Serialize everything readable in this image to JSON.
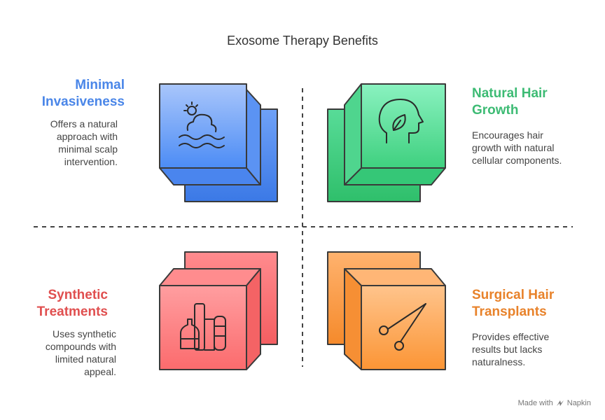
{
  "title": "Exosome Therapy Benefits",
  "quadrants": {
    "top_left": {
      "heading_line1": "Minimal",
      "heading_line2": "Invasiveness",
      "desc_line1": "Offers a natural",
      "desc_line2": "approach with",
      "desc_line3": "minimal scalp",
      "desc_line4": "intervention.",
      "color": "#4a86e8",
      "icon": "sun-cloud-waves-icon"
    },
    "top_right": {
      "heading_line1": "Natural Hair",
      "heading_line2": "Growth",
      "desc_line1": "Encourages hair",
      "desc_line2": "growth with natural",
      "desc_line3": "cellular components.",
      "color": "#3dbb74",
      "icon": "head-leaf-icon"
    },
    "bottom_left": {
      "heading_line1": "Synthetic",
      "heading_line2": "Treatments",
      "desc_line1": "Uses synthetic",
      "desc_line2": "compounds with",
      "desc_line3": "limited natural",
      "desc_line4": "appeal.",
      "color": "#e04f4f",
      "icon": "chemical-plant-icon"
    },
    "bottom_right": {
      "heading_line1": "Surgical Hair",
      "heading_line2": "Transplants",
      "desc_line1": "Provides effective",
      "desc_line2": "results but lacks",
      "desc_line3": "naturalness.",
      "color": "#e8822a",
      "icon": "scissors-icon"
    }
  },
  "watermark": {
    "prefix": "Made with",
    "brand": "Napkin"
  }
}
